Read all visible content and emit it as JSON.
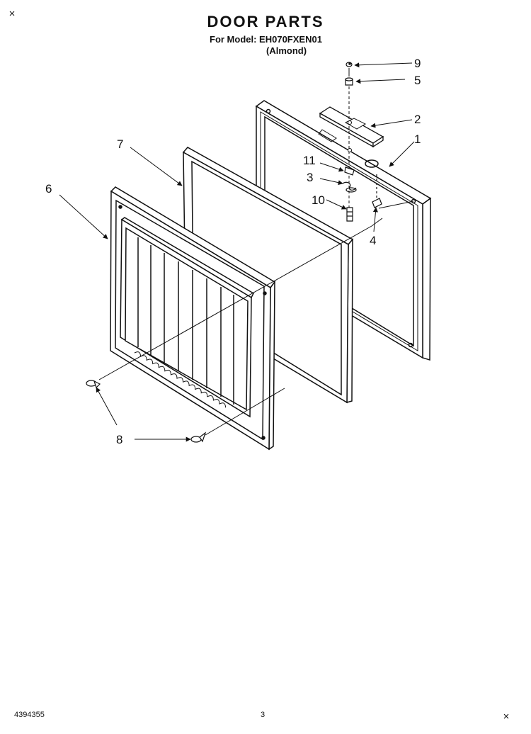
{
  "header": {
    "title": "DOOR PARTS",
    "model_line": "For Model: EH070FXEN01",
    "variant_line": "(Almond)"
  },
  "callouts": [
    "9",
    "5",
    "2",
    "1",
    "7",
    "11",
    "3",
    "10",
    "4",
    "6",
    "8"
  ],
  "footer": {
    "part_number": "4394355",
    "page_number": "3"
  },
  "colors": {
    "line": "#111111",
    "background": "#ffffff"
  }
}
